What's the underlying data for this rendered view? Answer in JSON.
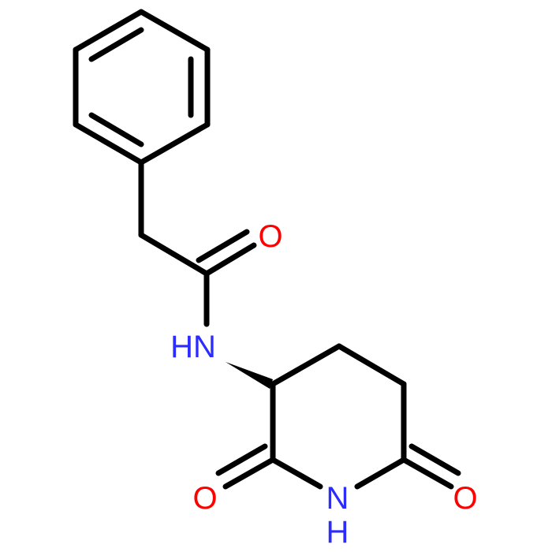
{
  "molecule": {
    "atoms": {
      "o_ketone": {
        "label": "O",
        "color": "#ff0000"
      },
      "n_amide": {
        "label": "HN",
        "color": "#2c2cff"
      },
      "o_left": {
        "label": "O",
        "color": "#ff0000"
      },
      "n_imide": {
        "label": "N",
        "color": "#2c2cff"
      },
      "h_imide": {
        "label": "H",
        "color": "#2c2cff"
      },
      "o_right": {
        "label": "O",
        "color": "#ff0000"
      }
    },
    "bond_color": "#000000"
  }
}
